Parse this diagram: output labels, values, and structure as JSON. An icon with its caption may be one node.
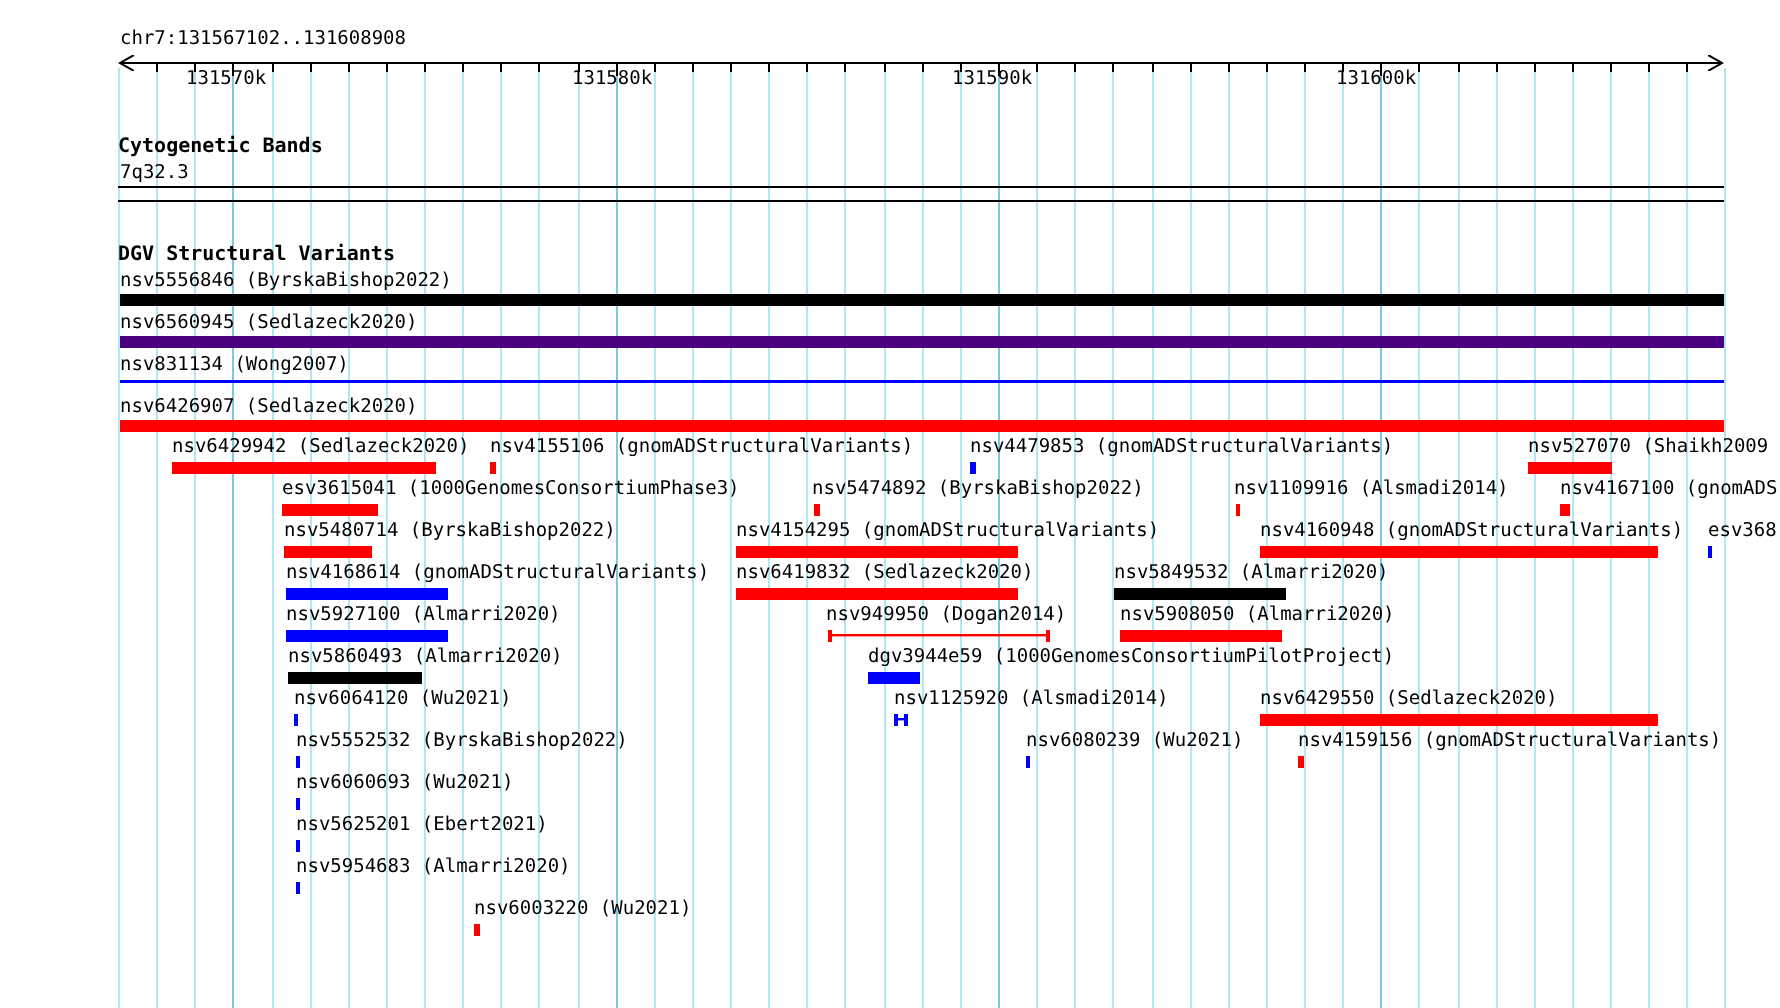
{
  "diagram": {
    "labels": [
      "chr7:131567102..131608908",
      "131570k",
      "131580k",
      "131590k",
      "131600k",
      "Cytogenetic Bands",
      "7q32.3",
      "DGV Structural Variants",
      "nsv5556846 (ByrskaBishop2022)",
      "nsv6560945 (Sedlazeck2020)",
      "nsv831134 (Wong2007)",
      "nsv6426907 (Sedlazeck2020)",
      "nsv6429942 (Sedlazeck2020)",
      "nsv4155106 (gnomADStructuralVariants)",
      "nsv4479853 (gnomADStructuralVariants)",
      "nsv527070 (Shaikh2009",
      "esv3615041 (1000GenomesConsortiumPhase3)",
      "nsv5474892 (ByrskaBishop2022)",
      "nsv1109916 (Alsmadi2014)",
      "nsv4167100 (gnomADS",
      "nsv5480714 (ByrskaBishop2022)",
      "nsv4154295 (gnomADStructuralVariants)",
      "nsv4160948 (gnomADStructuralVariants)",
      "esv368",
      "nsv4168614 (gnomADStructuralVariants)",
      "nsv6419832 (Sedlazeck2020)",
      "nsv5849532 (Almarri2020)",
      "nsv5927100 (Almarri2020)",
      "nsv949950 (Dogan2014)",
      "nsv5908050 (Almarri2020)",
      "nsv5860493 (Almarri2020)",
      "dgv3944e59 (1000GenomesConsortiumPilotProject)",
      "nsv6064120 (Wu2021)",
      "nsv1125920 (Alsmadi2014)",
      "nsv6429550 (Sedlazeck2020)",
      "nsv5552532 (ByrskaBishop2022)",
      "nsv6080239 (Wu2021)",
      "nsv4159156 (gnomADStructuralVariants)",
      "nsv6060693 (Wu2021)",
      "nsv5625201 (Ebert2021)",
      "nsv5954683 (Almarri2020)",
      "nsv6003220 (Wu2021)"
    ]
  }
}
